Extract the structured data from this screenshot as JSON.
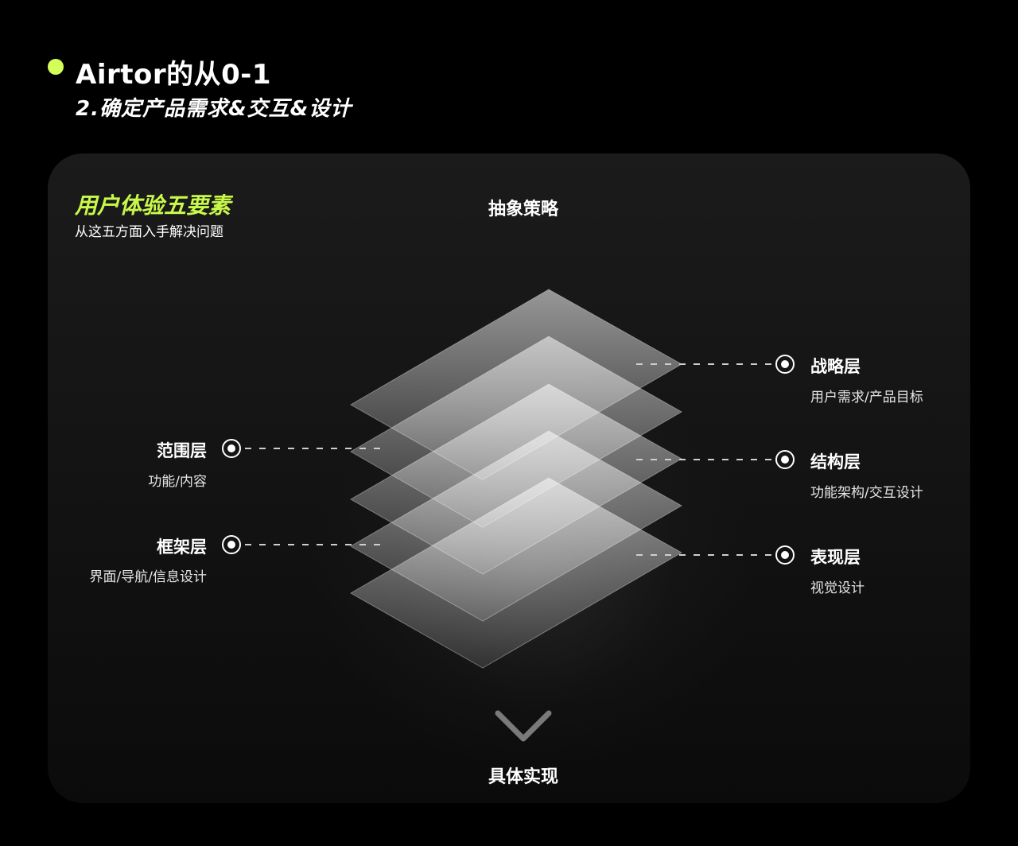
{
  "header": {
    "title": "Airtor的从0-1",
    "subtitle": "2.确定产品需求&交互&设计",
    "accent_color": "#d4ff5a"
  },
  "card": {
    "title": "用户体验五要素",
    "subtitle": "从这五方面入手解决问题",
    "title_color": "#c8f94a"
  },
  "axis": {
    "top_label": "抽象策略",
    "bottom_label": "具体实现"
  },
  "layers": {
    "strategy": {
      "title": "战略层",
      "desc": "用户需求/产品目标"
    },
    "scope": {
      "title": "范围层",
      "desc": "功能/内容"
    },
    "structure": {
      "title": "结构层",
      "desc": "功能架构/交互设计"
    },
    "skeleton": {
      "title": "框架层",
      "desc": "界面/导航/信息设计"
    },
    "surface": {
      "title": "表现层",
      "desc": "视觉设计"
    }
  }
}
